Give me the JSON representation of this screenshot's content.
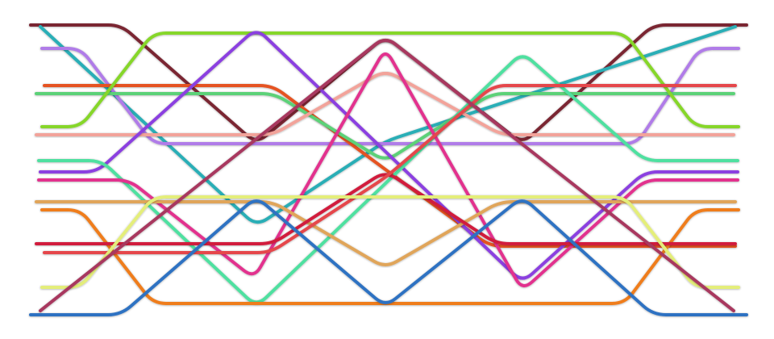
{
  "diagram": {
    "kind": "crossing-line diagram",
    "background": "#ffffff",
    "lines": [
      {
        "id": "maroon",
        "color": "#7a2533"
      },
      {
        "id": "teal",
        "color": "#2aaeb6"
      },
      {
        "id": "lavender",
        "color": "#b07be8"
      },
      {
        "id": "navy",
        "color": "#1d4f9c"
      },
      {
        "id": "orange-red",
        "color": "#e55322"
      },
      {
        "id": "green",
        "color": "#5cd178"
      },
      {
        "id": "lime",
        "color": "#86d62b"
      },
      {
        "id": "salmon",
        "color": "#f2a39a"
      },
      {
        "id": "yellow",
        "color": "#f3d718"
      },
      {
        "id": "violet",
        "color": "#8b3fe0"
      },
      {
        "id": "mint",
        "color": "#4fe0a0"
      },
      {
        "id": "magenta",
        "color": "#e2308e"
      },
      {
        "id": "tan",
        "color": "#e0a55a"
      },
      {
        "id": "orange",
        "color": "#ef7d1b"
      },
      {
        "id": "crimson",
        "color": "#d11f3c"
      },
      {
        "id": "red",
        "color": "#e5474c"
      },
      {
        "id": "olive",
        "color": "#6f8f2c"
      },
      {
        "id": "pale-yellow",
        "color": "#e4ee7a"
      },
      {
        "id": "blue",
        "color": "#2f72c2"
      },
      {
        "id": "mauve",
        "color": "#a8385e"
      }
    ]
  }
}
